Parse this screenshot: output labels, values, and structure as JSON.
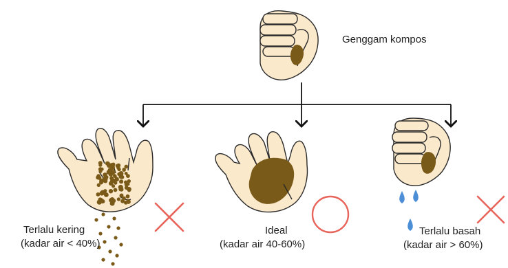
{
  "top": {
    "label": "Genggam kompos"
  },
  "outcomes": [
    {
      "line1": "Terlalu kering",
      "line2": "(kadar air < 40%)",
      "verdict_icon": "cross-icon"
    },
    {
      "line1": "Ideal",
      "line2": "(kadar air 40-60%)",
      "verdict_icon": "circle-icon"
    },
    {
      "line1": "Terlalu basah",
      "line2": "(kadar air > 60%)",
      "verdict_icon": "cross-icon"
    }
  ],
  "colors": {
    "skin": "#fbe9cc",
    "outline": "#2a2a2a",
    "compost": "#7a5a18",
    "cross": "#e8645a",
    "circle": "#e8645a",
    "water": "#4c8fd6"
  }
}
